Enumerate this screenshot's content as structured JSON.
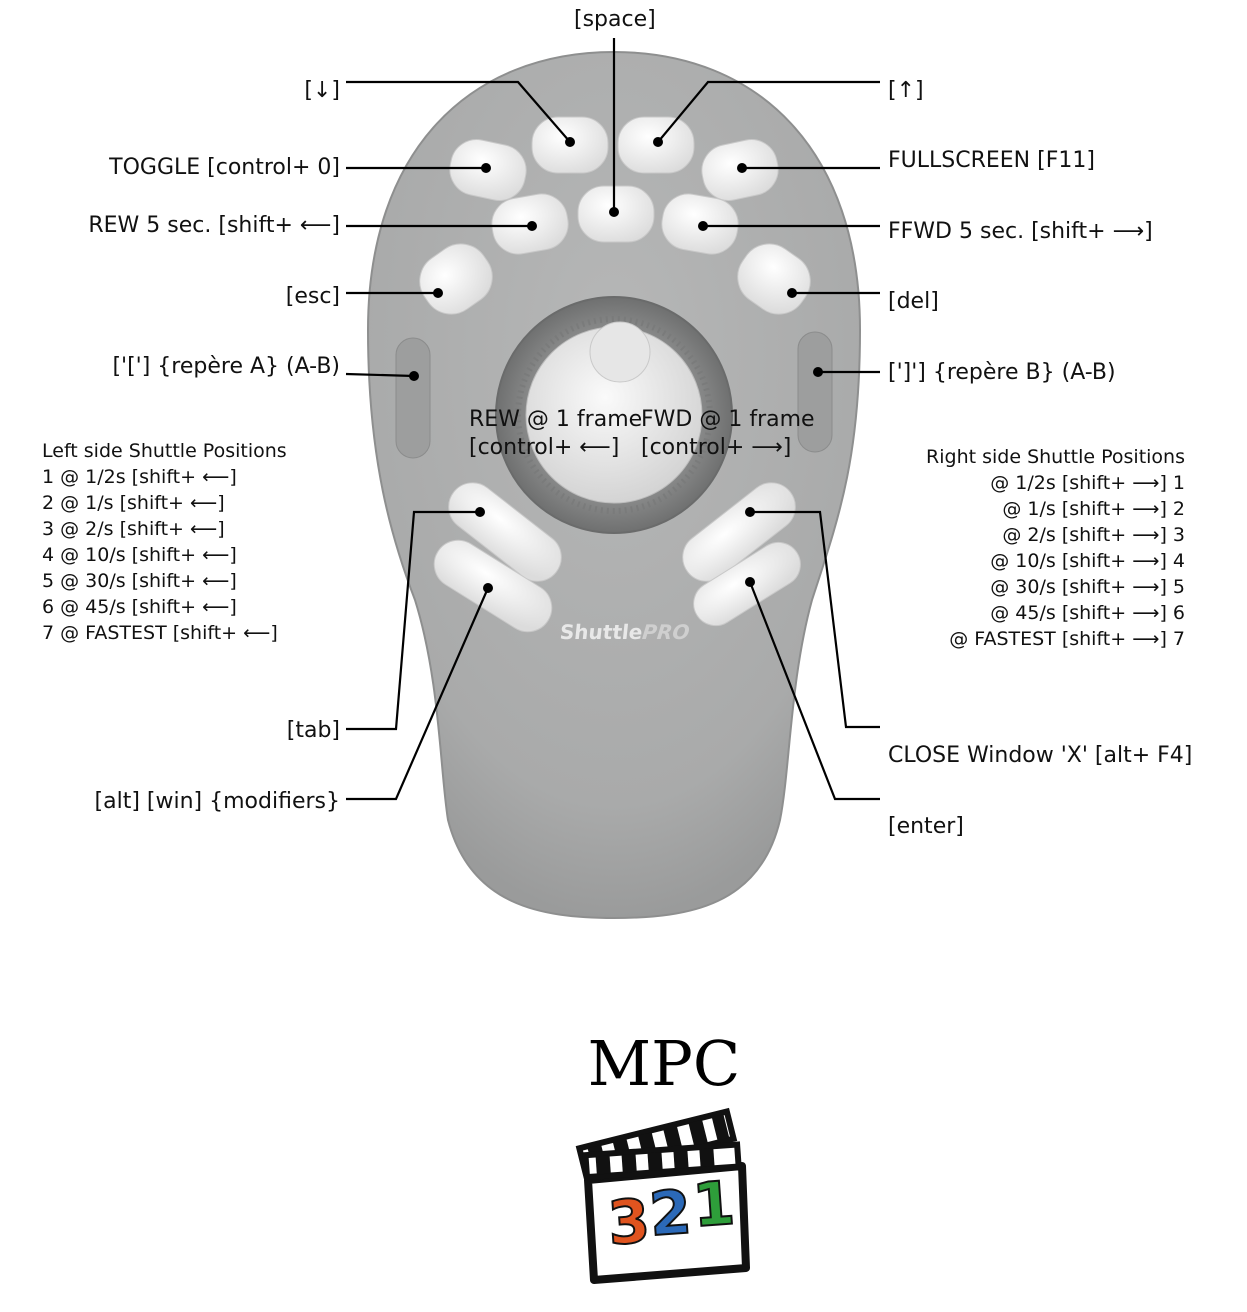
{
  "device": {
    "brand_shuttle": "Shuttle",
    "brand_pro": "PRO",
    "body_color": "#a8a9a9",
    "button_color": "#f1f1f1"
  },
  "labels": {
    "space": "[space]",
    "down": "[↓]",
    "up": "[↑]",
    "toggle": "TOGGLE [control+ 0]",
    "fullscreen": "FULLSCREEN [F11]",
    "rew5": "REW 5 sec. [shift+ ⟵]",
    "ffwd5": "FFWD 5 sec. [shift+ ⟶]",
    "esc": "[esc]",
    "del": "[del]",
    "marker_a": "['['] {repère A} (A-B)",
    "marker_b": "[']'] {repère B} (A-B)",
    "rew_frame_1": "REW @ 1 frame",
    "rew_frame_2": "[control+ ⟵]",
    "fwd_frame_1": "FWD @ 1 frame",
    "fwd_frame_2": "[control+ ⟶]",
    "tab": "[tab]",
    "modifiers": "[alt] [win] {modifiers}",
    "close_window": "CLOSE Window 'X' [alt+ F4]",
    "enter": "[enter]"
  },
  "left_shuttle": {
    "title": "Left side Shuttle Positions",
    "items": [
      "1 @ 1/2s [shift+ ⟵]",
      "2 @ 1/s [shift+ ⟵]",
      "3 @ 2/s [shift+ ⟵]",
      "4 @ 10/s [shift+ ⟵]",
      "5 @ 30/s [shift+ ⟵]",
      "6 @ 45/s [shift+ ⟵]",
      "7 @ FASTEST [shift+ ⟵]"
    ]
  },
  "right_shuttle": {
    "title": "Right side Shuttle Positions",
    "items": [
      "@ 1/2s [shift+ ⟶] 1",
      "@ 1/s [shift+ ⟶] 2",
      "@ 2/s [shift+ ⟶] 3",
      "@ 10/s [shift+ ⟶] 4",
      "@ 30/s [shift+ ⟶] 5",
      "@ 45/s [shift+ ⟶] 6",
      "@ FASTEST [shift+ ⟶] 7"
    ]
  },
  "logo": {
    "title": "MPC",
    "digits": [
      "3",
      "2",
      "1"
    ],
    "digit_colors": [
      "#e0541f",
      "#2b69b8",
      "#2e9e3a"
    ]
  }
}
